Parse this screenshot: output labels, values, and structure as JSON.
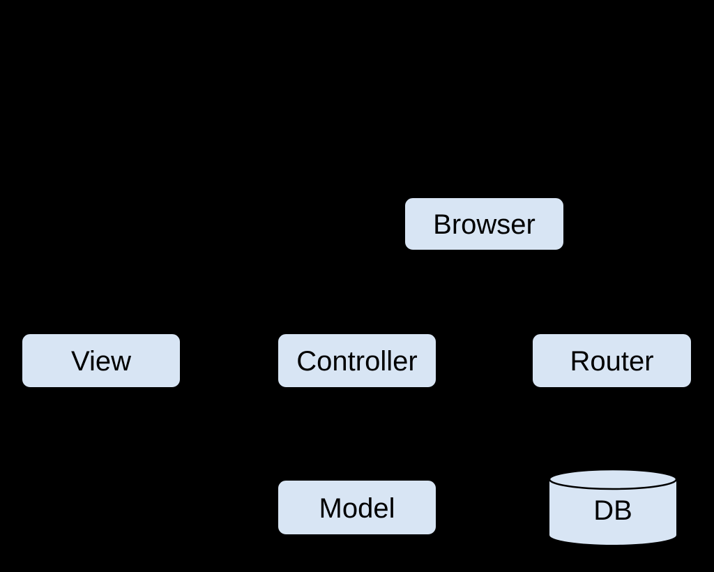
{
  "diagram": {
    "description": "MVC architecture diagram on black background",
    "background_color": "#000000",
    "node_fill_color": "#d8e5f4",
    "node_stroke_color": "#000000",
    "label_color": "#000000",
    "nodes": [
      {
        "id": "browser",
        "label": "Browser",
        "shape": "rounded-rect"
      },
      {
        "id": "view",
        "label": "View",
        "shape": "rounded-rect"
      },
      {
        "id": "controller",
        "label": "Controller",
        "shape": "rounded-rect"
      },
      {
        "id": "router",
        "label": "Router",
        "shape": "rounded-rect"
      },
      {
        "id": "model",
        "label": "Model",
        "shape": "rounded-rect"
      },
      {
        "id": "db",
        "label": "DB",
        "shape": "cylinder"
      }
    ]
  }
}
